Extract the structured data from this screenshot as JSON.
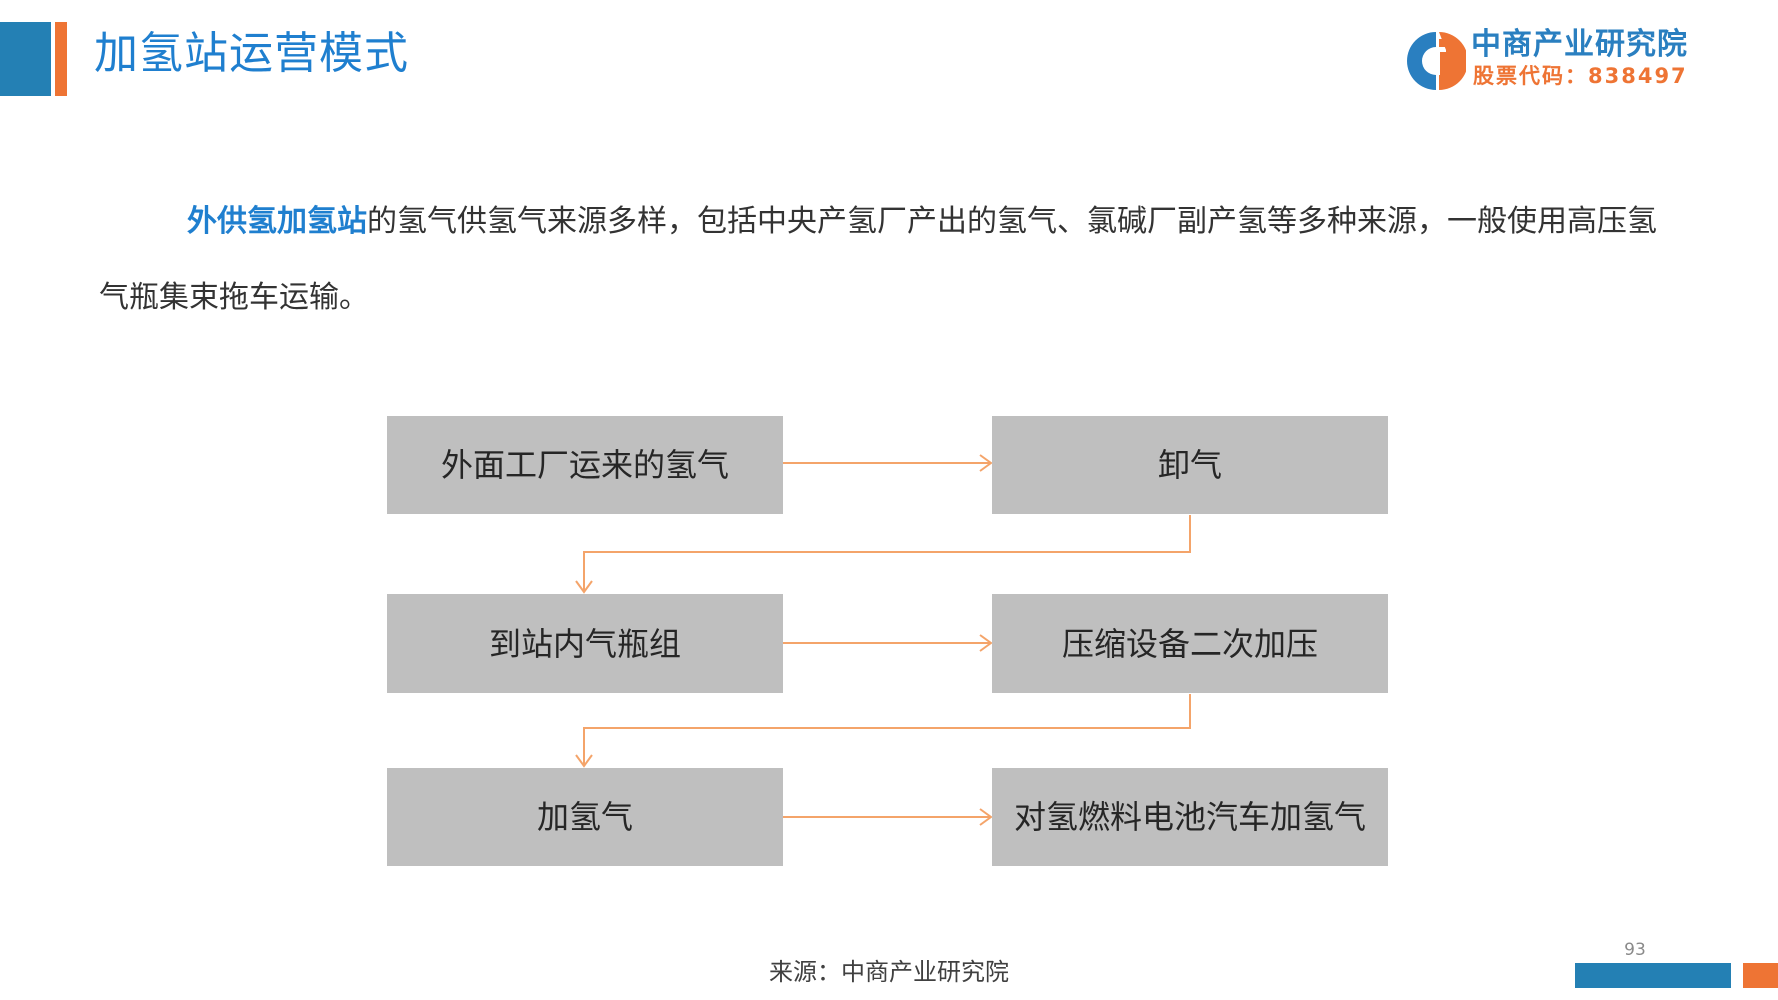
{
  "header": {
    "title": "加氢站运营模式",
    "accent_colors": {
      "blue": "#2480b4",
      "orange": "#ee7434",
      "title_blue": "#1f7fcf"
    }
  },
  "logo": {
    "icon": "zhongshang-logo-icon",
    "name": "中商产业研究院",
    "stock_code": "股票代码：838497"
  },
  "paragraph": {
    "highlight": "外供氢加氢站",
    "text": "的氢气供氢气来源多样，包括中央产氢厂产出的氢气、氯碱厂副产氢等多种来源，一般使用高压氢气瓶集束拖车运输。"
  },
  "flowchart": {
    "box_color": "#bfbfbf",
    "arrow_color": "#f4a46a",
    "steps": [
      {
        "label": "外面工厂运来的氢气"
      },
      {
        "label": "卸气"
      },
      {
        "label": "到站内气瓶组"
      },
      {
        "label": "压缩设备二次加压"
      },
      {
        "label": "加氢气"
      },
      {
        "label": "对氢燃料电池汽车加氢气"
      }
    ]
  },
  "footer": {
    "source": "来源：中商产业研究院",
    "page_number": "93"
  }
}
